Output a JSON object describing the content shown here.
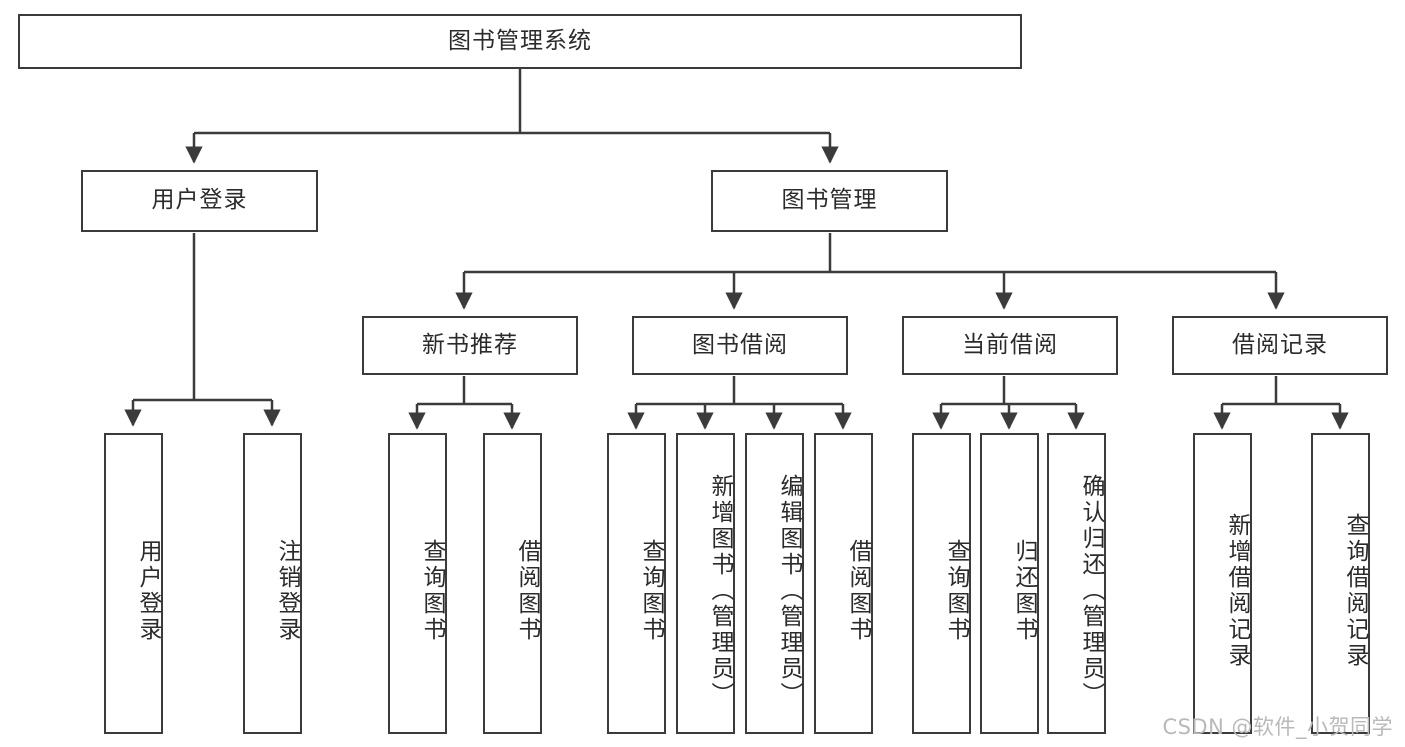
{
  "diagram": {
    "type": "tree-hierarchy",
    "title": "图书管理系统",
    "watermark": "CSDN @软件_小贺同学",
    "colors": {
      "stroke": "#3b3b3b",
      "fill": "#ffffff",
      "text": "#2b2b2b",
      "watermark": "#b9b9b9"
    },
    "nodes": {
      "root": {
        "label": "图书管理系统",
        "orientation": "horizontal"
      },
      "level2": [
        {
          "id": "user-login",
          "label": "用户登录",
          "orientation": "horizontal"
        },
        {
          "id": "book-manage",
          "label": "图书管理",
          "orientation": "horizontal"
        }
      ],
      "level3": [
        {
          "id": "new-book-recommend",
          "label": "新书推荐",
          "orientation": "horizontal"
        },
        {
          "id": "book-borrow",
          "label": "图书借阅",
          "orientation": "horizontal"
        },
        {
          "id": "current-borrow",
          "label": "当前借阅",
          "orientation": "horizontal"
        },
        {
          "id": "borrow-record",
          "label": "借阅记录",
          "orientation": "horizontal"
        }
      ],
      "leaves": {
        "user-login": [
          {
            "id": "leaf-user-login",
            "label": "用户登录",
            "orientation": "vertical"
          },
          {
            "id": "leaf-logout-login",
            "label": "注销登录",
            "orientation": "vertical"
          }
        ],
        "new-book-recommend": [
          {
            "id": "leaf-query-book-1",
            "label": "查询图书",
            "orientation": "vertical"
          },
          {
            "id": "leaf-borrow-book-1",
            "label": "借阅图书",
            "orientation": "vertical"
          }
        ],
        "book-borrow": [
          {
            "id": "leaf-query-book-2",
            "label": "查询图书",
            "orientation": "vertical"
          },
          {
            "id": "leaf-add-book",
            "label": "新增图书（管理员）",
            "orientation": "vertical"
          },
          {
            "id": "leaf-edit-book",
            "label": "编辑图书（管理员）",
            "orientation": "vertical"
          },
          {
            "id": "leaf-borrow-book-2",
            "label": "借阅图书",
            "orientation": "vertical"
          }
        ],
        "current-borrow": [
          {
            "id": "leaf-query-book-3",
            "label": "查询图书",
            "orientation": "vertical"
          },
          {
            "id": "leaf-return-book",
            "label": "归还图书",
            "orientation": "vertical"
          },
          {
            "id": "leaf-confirm-return",
            "label": "确认归还（管理员）",
            "orientation": "vertical"
          }
        ],
        "borrow-record": [
          {
            "id": "leaf-add-record",
            "label": "新增借阅记录",
            "orientation": "vertical"
          },
          {
            "id": "leaf-query-record",
            "label": "查询借阅记录",
            "orientation": "vertical"
          }
        ]
      }
    }
  }
}
